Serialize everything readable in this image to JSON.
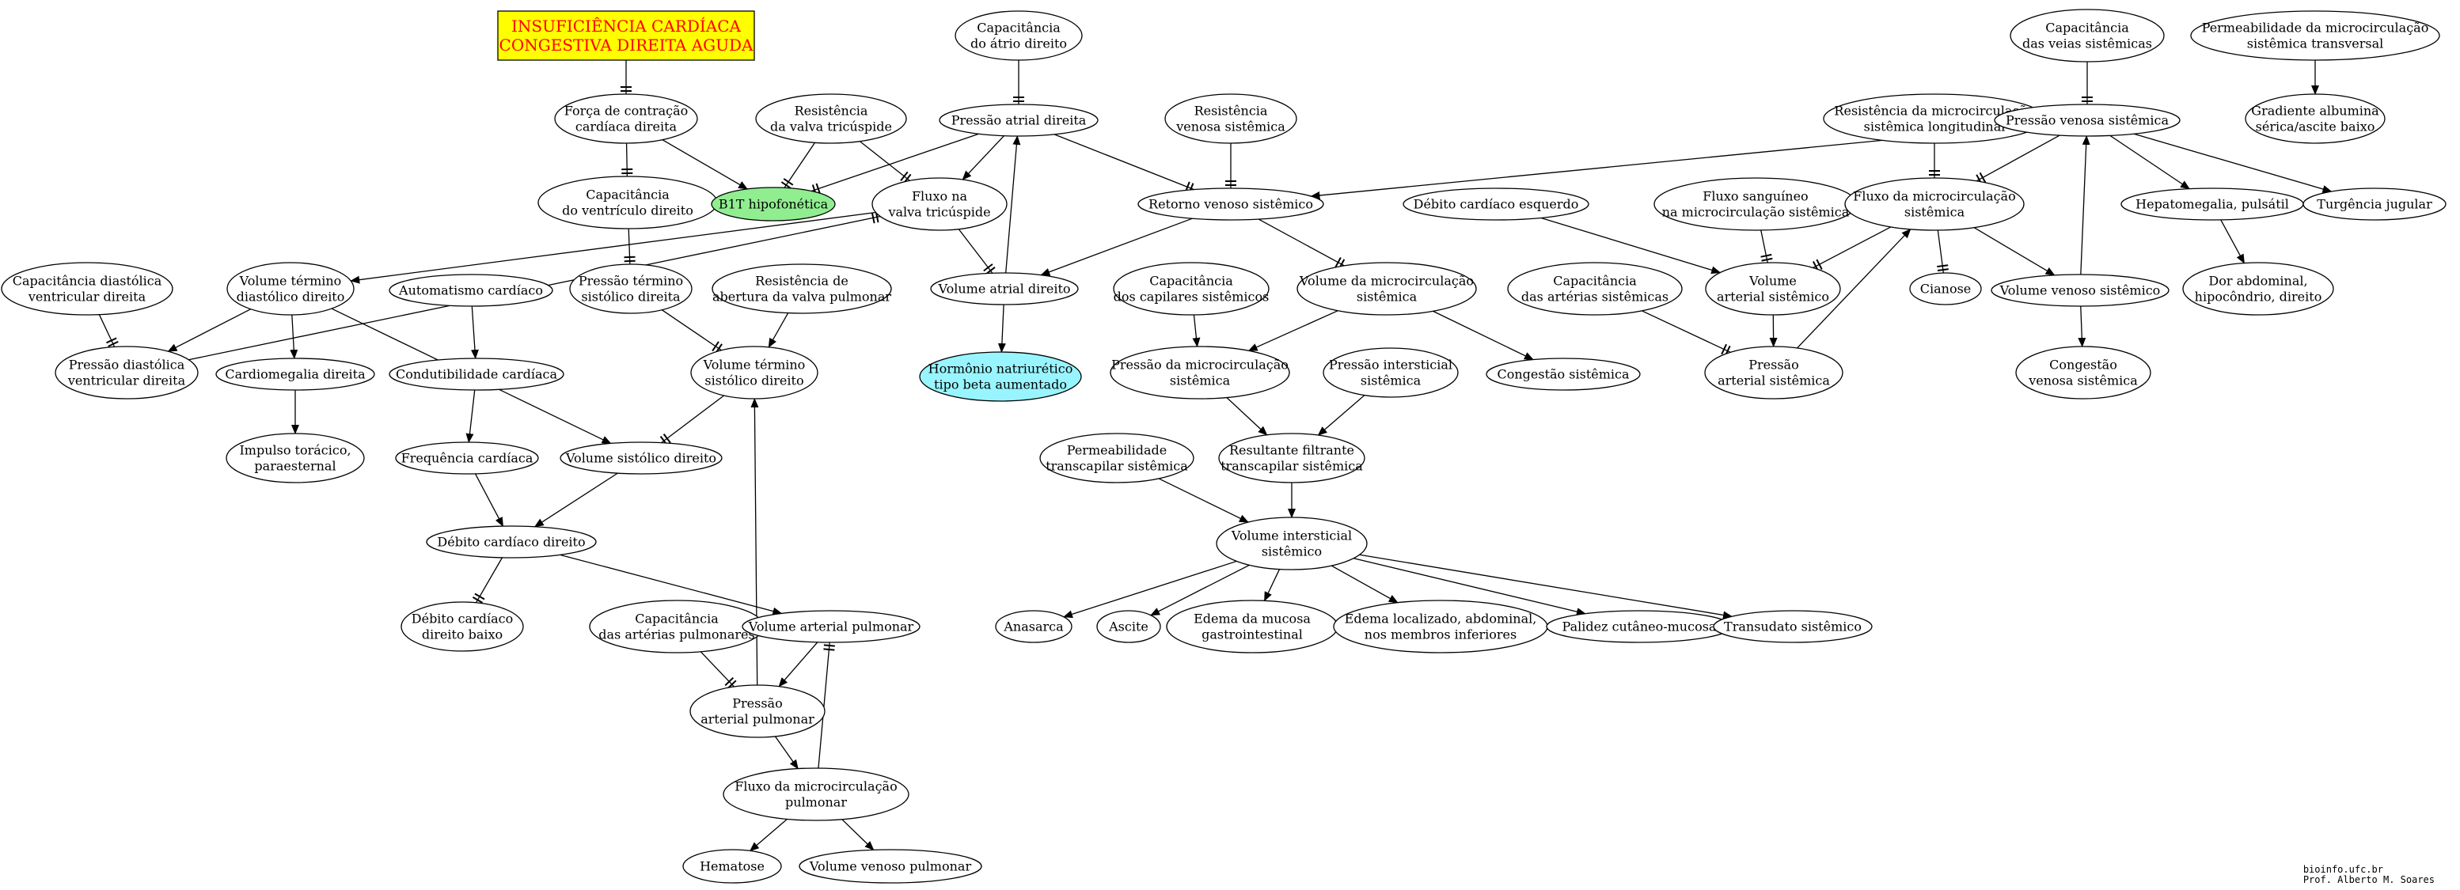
{
  "nodes": [
    {
      "id": "root",
      "lines": [
        "INSUFICIÊNCIA CARDÍACA",
        "CONGESTIVA DIREITA AGUDA"
      ],
      "shape": "box",
      "fill": "#ffff00"
    },
    {
      "id": "forca",
      "lines": [
        "Força de contração",
        "cardíaca direita"
      ]
    },
    {
      "id": "cap_vd",
      "lines": [
        "Capacitância",
        "do ventrículo direito"
      ]
    },
    {
      "id": "res_tric",
      "lines": [
        "Resistência",
        "da valva tricúspide"
      ]
    },
    {
      "id": "b1t",
      "lines": [
        "B1T hipofonética"
      ],
      "fill": "#90ee90"
    },
    {
      "id": "fluxo_tric",
      "lines": [
        "Fluxo na",
        "valva tricúspide"
      ]
    },
    {
      "id": "cap_ad",
      "lines": [
        "Capacitância",
        "do átrio direito"
      ]
    },
    {
      "id": "pad",
      "lines": [
        "Pressão atrial direita"
      ]
    },
    {
      "id": "vad",
      "lines": [
        "Volume atrial direito"
      ]
    },
    {
      "id": "hormonio",
      "lines": [
        "Hormônio natriurético",
        "tipo beta aumentado"
      ],
      "fill": "#98f5ff"
    },
    {
      "id": "res_ven",
      "lines": [
        "Resistência",
        "venosa sistêmica"
      ]
    },
    {
      "id": "retorno",
      "lines": [
        "Retorno venoso sistêmico"
      ]
    },
    {
      "id": "cap_cap",
      "lines": [
        "Capacitância",
        "dos capilares sistêmicos"
      ]
    },
    {
      "id": "vol_micro",
      "lines": [
        "Volume da microcirculação",
        "sistêmica"
      ]
    },
    {
      "id": "press_micro",
      "lines": [
        "Pressão da microcirculação",
        "sistêmica"
      ]
    },
    {
      "id": "press_int",
      "lines": [
        "Pressão intersticial",
        "sistêmica"
      ]
    },
    {
      "id": "cong_sis",
      "lines": [
        "Congestão sistêmica"
      ]
    },
    {
      "id": "result",
      "lines": [
        "Resultante filtrante",
        "transcapilar sistêmica"
      ]
    },
    {
      "id": "perm_trans",
      "lines": [
        "Permeabilidade",
        "transcapilar sistêmica"
      ]
    },
    {
      "id": "vol_int",
      "lines": [
        "Volume intersticial",
        "sistêmico"
      ]
    },
    {
      "id": "anasarca",
      "lines": [
        "Anasarca"
      ]
    },
    {
      "id": "ascite",
      "lines": [
        "Ascite"
      ]
    },
    {
      "id": "edema_muc",
      "lines": [
        "Edema da mucosa",
        "gastrointestinal"
      ]
    },
    {
      "id": "edema_loc",
      "lines": [
        "Edema localizado, abdominal,",
        "nos membros inferiores"
      ]
    },
    {
      "id": "palidez",
      "lines": [
        "Palidez cutâneo-mucosa"
      ]
    },
    {
      "id": "transudato",
      "lines": [
        "Transudato sistêmico"
      ]
    },
    {
      "id": "cap_dias",
      "lines": [
        "Capacitância diastólica",
        "ventricular direita"
      ]
    },
    {
      "id": "vtd",
      "lines": [
        "Volume término",
        "diastólico direito"
      ]
    },
    {
      "id": "press_dias",
      "lines": [
        "Pressão diastólica",
        "ventricular direita"
      ]
    },
    {
      "id": "cardiomeg",
      "lines": [
        "Cardiomegalia direita"
      ]
    },
    {
      "id": "impulso",
      "lines": [
        "Impulso torácico,",
        "paraesternal"
      ]
    },
    {
      "id": "automat",
      "lines": [
        "Automatismo cardíaco"
      ]
    },
    {
      "id": "conduti",
      "lines": [
        "Condutibilidade cardíaca"
      ]
    },
    {
      "id": "freq",
      "lines": [
        "Frequência cardíaca"
      ]
    },
    {
      "id": "pts",
      "lines": [
        "Pressão término",
        "sistólico direita"
      ]
    },
    {
      "id": "res_pulm",
      "lines": [
        "Resistência de",
        "abertura da valva pulmonar"
      ]
    },
    {
      "id": "vts",
      "lines": [
        "Volume término",
        "sistólico direito"
      ]
    },
    {
      "id": "vsd",
      "lines": [
        "Volume sistólico direito"
      ]
    },
    {
      "id": "dcd",
      "lines": [
        "Débito cardíaco direito"
      ]
    },
    {
      "id": "dcd_baixo",
      "lines": [
        "Débito cardíaco",
        "direito baixo"
      ]
    },
    {
      "id": "cap_art_pulm",
      "lines": [
        "Capacitância",
        "das artérias pulmonares"
      ]
    },
    {
      "id": "vap",
      "lines": [
        "Volume arterial pulmonar"
      ]
    },
    {
      "id": "pap",
      "lines": [
        "Pressão",
        "arterial pulmonar"
      ]
    },
    {
      "id": "fluxo_micro_pulm",
      "lines": [
        "Fluxo da microcirculação",
        "pulmonar"
      ]
    },
    {
      "id": "hematose",
      "lines": [
        "Hematose"
      ]
    },
    {
      "id": "vvp",
      "lines": [
        "Volume venoso pulmonar"
      ]
    },
    {
      "id": "dce",
      "lines": [
        "Débito cardíaco esquerdo"
      ]
    },
    {
      "id": "fluxo_sang",
      "lines": [
        "Fluxo sanguíneo",
        "na microcirculação sistêmica"
      ]
    },
    {
      "id": "res_micro_long",
      "lines": [
        "Resistência da microcirculação",
        "sistêmica longitudinal"
      ]
    },
    {
      "id": "fluxo_micro_sis",
      "lines": [
        "Fluxo da microcirculação",
        "sistêmica"
      ]
    },
    {
      "id": "cap_art_sis",
      "lines": [
        "Capacitância",
        "das artérias sistêmicas"
      ]
    },
    {
      "id": "vas",
      "lines": [
        "Volume",
        "arterial sistêmico"
      ]
    },
    {
      "id": "pas",
      "lines": [
        "Pressão",
        "arterial sistêmica"
      ]
    },
    {
      "id": "cianose",
      "lines": [
        "Cianose"
      ]
    },
    {
      "id": "cap_veias",
      "lines": [
        "Capacitância",
        "das veias sistêmicas"
      ]
    },
    {
      "id": "pvs",
      "lines": [
        "Pressão venosa sistêmica"
      ]
    },
    {
      "id": "perm_micro",
      "lines": [
        "Permeabilidade da microcirculação",
        "sistêmica transversal"
      ]
    },
    {
      "id": "gradiente",
      "lines": [
        "Gradiente albumina",
        "sérica/ascite baixo"
      ]
    },
    {
      "id": "hepato",
      "lines": [
        "Hepatomegalia, pulsátil"
      ]
    },
    {
      "id": "turg",
      "lines": [
        "Turgência jugular"
      ]
    },
    {
      "id": "vvs",
      "lines": [
        "Volume venoso sistêmico"
      ]
    },
    {
      "id": "dor_abd",
      "lines": [
        "Dor abdominal,",
        "hipocôndrio, direito"
      ]
    },
    {
      "id": "cong_ven",
      "lines": [
        "Congestão",
        "venosa sistêmica"
      ]
    }
  ],
  "edges": [
    {
      "from": "root",
      "to": "forca",
      "type": "tee"
    },
    {
      "from": "forca",
      "to": "cap_vd",
      "type": "tee"
    },
    {
      "from": "forca",
      "to": "b1t",
      "type": "arrow"
    },
    {
      "from": "cap_vd",
      "to": "pts",
      "type": "tee"
    },
    {
      "from": "res_tric",
      "to": "b1t",
      "type": "tee"
    },
    {
      "from": "res_tric",
      "to": "fluxo_tric",
      "type": "tee"
    },
    {
      "from": "pad",
      "to": "b1t",
      "type": "tee"
    },
    {
      "from": "pad",
      "to": "fluxo_tric",
      "type": "arrow"
    },
    {
      "from": "pad",
      "to": "retorno",
      "type": "tee"
    },
    {
      "from": "cap_ad",
      "to": "pad",
      "type": "tee"
    },
    {
      "from": "fluxo_tric",
      "to": "vad",
      "type": "tee"
    },
    {
      "from": "fluxo_tric",
      "to": "vtd",
      "type": "arrow"
    },
    {
      "from": "vad",
      "to": "pad",
      "type": "arrow"
    },
    {
      "from": "vad",
      "to": "hormonio",
      "type": "arrow"
    },
    {
      "from": "res_ven",
      "to": "retorno",
      "type": "tee"
    },
    {
      "from": "retorno",
      "to": "vad",
      "type": "arrow"
    },
    {
      "from": "retorno",
      "to": "vol_micro",
      "type": "tee"
    },
    {
      "from": "pvs",
      "to": "retorno",
      "type": "arrow"
    },
    {
      "from": "cap_cap",
      "to": "press_micro",
      "type": "arrow"
    },
    {
      "from": "vol_micro",
      "to": "press_micro",
      "type": "arrow"
    },
    {
      "from": "vol_micro",
      "to": "cong_sis",
      "type": "arrow"
    },
    {
      "from": "press_micro",
      "to": "result",
      "type": "arrow"
    },
    {
      "from": "press_int",
      "to": "result",
      "type": "arrow"
    },
    {
      "from": "result",
      "to": "vol_int",
      "type": "arrow"
    },
    {
      "from": "perm_trans",
      "to": "vol_int",
      "type": "arrow"
    },
    {
      "from": "vol_int",
      "to": "anasarca",
      "type": "arrow"
    },
    {
      "from": "vol_int",
      "to": "ascite",
      "type": "arrow"
    },
    {
      "from": "vol_int",
      "to": "edema_muc",
      "type": "arrow"
    },
    {
      "from": "vol_int",
      "to": "edema_loc",
      "type": "arrow"
    },
    {
      "from": "vol_int",
      "to": "palidez",
      "type": "arrow"
    },
    {
      "from": "vol_int",
      "to": "transudato",
      "type": "arrow"
    },
    {
      "from": "cap_dias",
      "to": "press_dias",
      "type": "tee"
    },
    {
      "from": "vtd",
      "to": "press_dias",
      "type": "arrow"
    },
    {
      "from": "press_dias",
      "to": "fluxo_tric",
      "type": "tee"
    },
    {
      "from": "vtd",
      "to": "cardiomeg",
      "type": "arrow"
    },
    {
      "from": "vtd",
      "to": "vsd",
      "type": "arrow"
    },
    {
      "from": "cardiomeg",
      "to": "impulso",
      "type": "arrow"
    },
    {
      "from": "automat",
      "to": "conduti",
      "type": "arrow"
    },
    {
      "from": "conduti",
      "to": "freq",
      "type": "arrow"
    },
    {
      "from": "pts",
      "to": "vts",
      "type": "tee"
    },
    {
      "from": "res_pulm",
      "to": "vts",
      "type": "arrow"
    },
    {
      "from": "vts",
      "to": "vsd",
      "type": "tee"
    },
    {
      "from": "freq",
      "to": "dcd",
      "type": "arrow"
    },
    {
      "from": "vsd",
      "to": "dcd",
      "type": "arrow"
    },
    {
      "from": "dcd",
      "to": "dcd_baixo",
      "type": "tee"
    },
    {
      "from": "dcd",
      "to": "vap",
      "type": "arrow"
    },
    {
      "from": "cap_art_pulm",
      "to": "pap",
      "type": "tee"
    },
    {
      "from": "vap",
      "to": "pap",
      "type": "arrow"
    },
    {
      "from": "pap",
      "to": "vts",
      "type": "arrow"
    },
    {
      "from": "pap",
      "to": "fluxo_micro_pulm",
      "type": "arrow"
    },
    {
      "from": "fluxo_micro_pulm",
      "to": "vap",
      "type": "tee"
    },
    {
      "from": "fluxo_micro_pulm",
      "to": "hematose",
      "type": "arrow"
    },
    {
      "from": "fluxo_micro_pulm",
      "to": "vvp",
      "type": "arrow"
    },
    {
      "from": "dce",
      "to": "vas",
      "type": "arrow"
    },
    {
      "from": "fluxo_sang",
      "to": "vas",
      "type": "tee"
    },
    {
      "from": "fluxo_micro_sis",
      "to": "vas",
      "type": "tee"
    },
    {
      "from": "cap_art_sis",
      "to": "pas",
      "type": "tee"
    },
    {
      "from": "vas",
      "to": "pas",
      "type": "arrow"
    },
    {
      "from": "pas",
      "to": "fluxo_micro_sis",
      "type": "arrow"
    },
    {
      "from": "res_micro_long",
      "to": "fluxo_micro_sis",
      "type": "tee"
    },
    {
      "from": "pvs",
      "to": "fluxo_micro_sis",
      "type": "tee"
    },
    {
      "from": "fluxo_micro_sis",
      "to": "cianose",
      "type": "tee"
    },
    {
      "from": "fluxo_micro_sis",
      "to": "vvs",
      "type": "arrow"
    },
    {
      "from": "vvs",
      "to": "pvs",
      "type": "arrow"
    },
    {
      "from": "vvs",
      "to": "cong_ven",
      "type": "arrow"
    },
    {
      "from": "cap_veias",
      "to": "pvs",
      "type": "tee"
    },
    {
      "from": "perm_micro",
      "to": "gradiente",
      "type": "arrow"
    },
    {
      "from": "pvs",
      "to": "hepato",
      "type": "arrow"
    },
    {
      "from": "pvs",
      "to": "turg",
      "type": "arrow"
    },
    {
      "from": "hepato",
      "to": "dor_abd",
      "type": "arrow"
    }
  ],
  "credit": [
    "bioinfo.ufc.br",
    "Prof. Alberto M. Soares"
  ]
}
